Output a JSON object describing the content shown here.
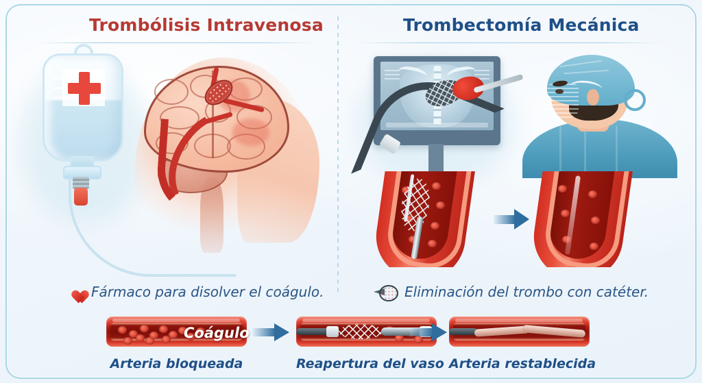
{
  "poster": {
    "panels": [
      {
        "id": "left",
        "title": "Trombólisis Intravenosa",
        "title_color": "#b63a34",
        "caption": "Fármaco para disolver el coágulo.",
        "caption_icon": "heart-icon"
      },
      {
        "id": "right",
        "title": "Trombectomía Mecánica",
        "title_color": "#1f4f87",
        "caption": "Eliminación del trombo con catéter.",
        "caption_icon": "catheter-tip-icon"
      }
    ],
    "left_illustration": {
      "iv_bag_icon": "iv-bag-icon",
      "cross_icon": "medical-cross-icon",
      "brain_icon": "brain-icon",
      "clot_icon": "clot-icon"
    },
    "right_illustration": {
      "monitor_icon": "xray-monitor-icon",
      "catheter_icon": "catheter-icon",
      "stent_icon": "stent-retriever-icon",
      "clot_icon": "clot-icon",
      "surgeon_icon": "surgeon-icon",
      "arrow_icon": "arrow-right-icon"
    },
    "sequence": {
      "steps": [
        {
          "label": "Arteria bloqueada",
          "overlay": "Coágulo",
          "icon": "blocked-artery-icon"
        },
        {
          "label": "Reapertura del vaso",
          "overlay": "",
          "icon": "stent-retrieval-icon"
        },
        {
          "label": "Arteria restablecida",
          "overlay": "",
          "icon": "open-artery-icon"
        }
      ],
      "arrow_icon": "arrow-right-icon"
    },
    "colors": {
      "frame_border": "#a9d6e5",
      "background": "#eef5fb",
      "accent_red": "#c8291d",
      "accent_blue": "#2f6d9e",
      "label_blue": "#1f4f87"
    }
  }
}
